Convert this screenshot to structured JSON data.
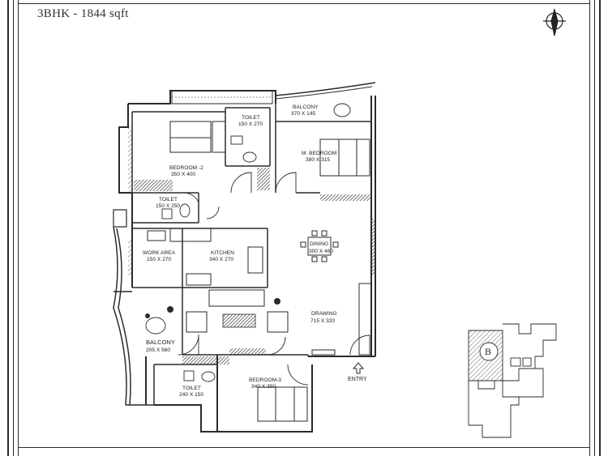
{
  "title": "3BHK - 1844 sqft",
  "rooms": {
    "balcony_top": {
      "name": "BALCONY",
      "dims": "370 X 145"
    },
    "toilet_top": {
      "name": "TOILET",
      "dims": "150 X 270"
    },
    "bedroom2": {
      "name": "BEDROOM -2",
      "dims": "350 X 400"
    },
    "master_bedroom": {
      "name": "M. BEDROOM",
      "dims": "380 X 315"
    },
    "toilet_mid": {
      "name": "TOILET",
      "dims": "150 X 250"
    },
    "work_area": {
      "name": "WORK AREA",
      "dims": "150 X 270"
    },
    "kitchen": {
      "name": "KITCHEN",
      "dims": "340 X 270"
    },
    "dining": {
      "name": "DINING",
      "dims": "300 X 460"
    },
    "drawing": {
      "name": "DRAWING",
      "dims": "715 X 320"
    },
    "balcony_left": {
      "name": "BALCONY",
      "dims": "205 X 560"
    },
    "toilet_bottom": {
      "name": "TOILET",
      "dims": "240 X 150"
    },
    "bedroom3": {
      "name": "BEDROOM-3",
      "dims": "340 X 350"
    }
  },
  "entry_label": "ENTRY",
  "key_plan": {
    "tower_label": "B"
  },
  "colors": {
    "line": "#2a2a2a",
    "hatch": "#3a3a3a",
    "background": "#ffffff"
  }
}
